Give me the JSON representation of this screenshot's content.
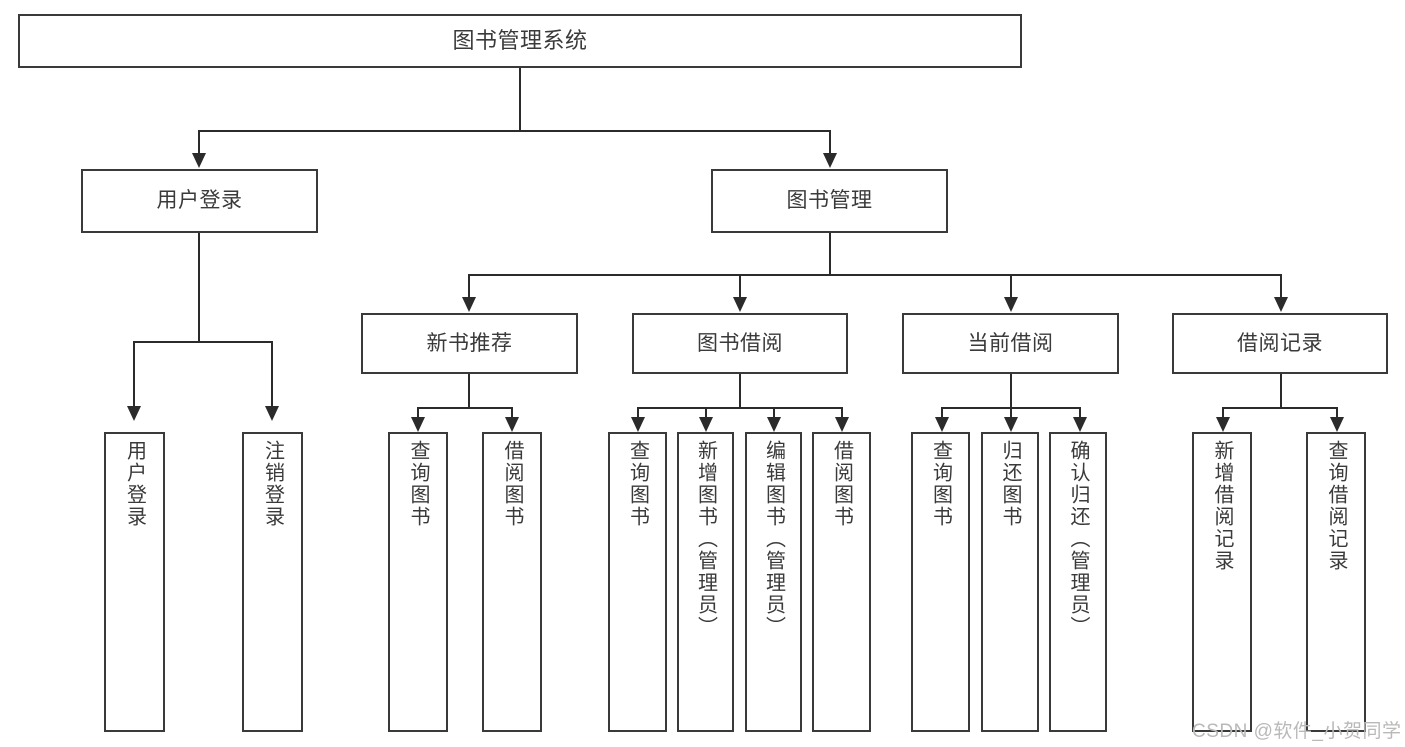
{
  "diagram": {
    "type": "tree-hierarchy",
    "title": "图书管理系统",
    "orientation": "top-down",
    "watermark": "CSDN @软件_小贺同学",
    "colors": {
      "box_border": "#3a3a3a",
      "connector": "#2b2b2b",
      "text": "#3a3a3a",
      "background": "#ffffff",
      "watermark": "#b9b9b9"
    },
    "levels": [
      {
        "level": 1,
        "nodes": [
          {
            "id": "root",
            "label": "图书管理系统",
            "orientation": "horizontal"
          }
        ]
      },
      {
        "level": 2,
        "nodes": [
          {
            "id": "user-login",
            "label": "用户登录",
            "orientation": "horizontal",
            "parent": "root"
          },
          {
            "id": "book-manage",
            "label": "图书管理",
            "orientation": "horizontal",
            "parent": "root"
          }
        ]
      },
      {
        "level": 3,
        "nodes": [
          {
            "id": "new-book-rec",
            "label": "新书推荐",
            "orientation": "horizontal",
            "parent": "book-manage"
          },
          {
            "id": "book-borrow",
            "label": "图书借阅",
            "orientation": "horizontal",
            "parent": "book-manage"
          },
          {
            "id": "current-borrow",
            "label": "当前借阅",
            "orientation": "horizontal",
            "parent": "book-manage"
          },
          {
            "id": "borrow-record",
            "label": "借阅记录",
            "orientation": "horizontal",
            "parent": "book-manage"
          }
        ]
      },
      {
        "level": 4,
        "nodes": [
          {
            "id": "leaf-user-login",
            "label": "用户登录",
            "orientation": "vertical",
            "parent": "user-login"
          },
          {
            "id": "leaf-logout",
            "label": "注销登录",
            "orientation": "vertical",
            "parent": "user-login"
          },
          {
            "id": "leaf-query-book-1",
            "label": "查询图书",
            "orientation": "vertical",
            "parent": "new-book-rec"
          },
          {
            "id": "leaf-borrow-book-1",
            "label": "借阅图书",
            "orientation": "vertical",
            "parent": "new-book-rec"
          },
          {
            "id": "leaf-query-book-2",
            "label": "查询图书",
            "orientation": "vertical",
            "parent": "book-borrow"
          },
          {
            "id": "leaf-add-book",
            "label": "新增图书（管理员）",
            "orientation": "vertical",
            "parent": "book-borrow"
          },
          {
            "id": "leaf-edit-book",
            "label": "编辑图书（管理员）",
            "orientation": "vertical",
            "parent": "book-borrow"
          },
          {
            "id": "leaf-borrow-book-2",
            "label": "借阅图书",
            "orientation": "vertical",
            "parent": "book-borrow"
          },
          {
            "id": "leaf-query-book-3",
            "label": "查询图书",
            "orientation": "vertical",
            "parent": "current-borrow"
          },
          {
            "id": "leaf-return-book",
            "label": "归还图书",
            "orientation": "vertical",
            "parent": "current-borrow"
          },
          {
            "id": "leaf-confirm-return",
            "label": "确认归还（管理员）",
            "orientation": "vertical",
            "parent": "current-borrow"
          },
          {
            "id": "leaf-add-record",
            "label": "新增借阅记录",
            "orientation": "vertical",
            "parent": "borrow-record"
          },
          {
            "id": "leaf-query-record",
            "label": "查询借阅记录",
            "orientation": "vertical",
            "parent": "borrow-record"
          }
        ]
      }
    ]
  }
}
